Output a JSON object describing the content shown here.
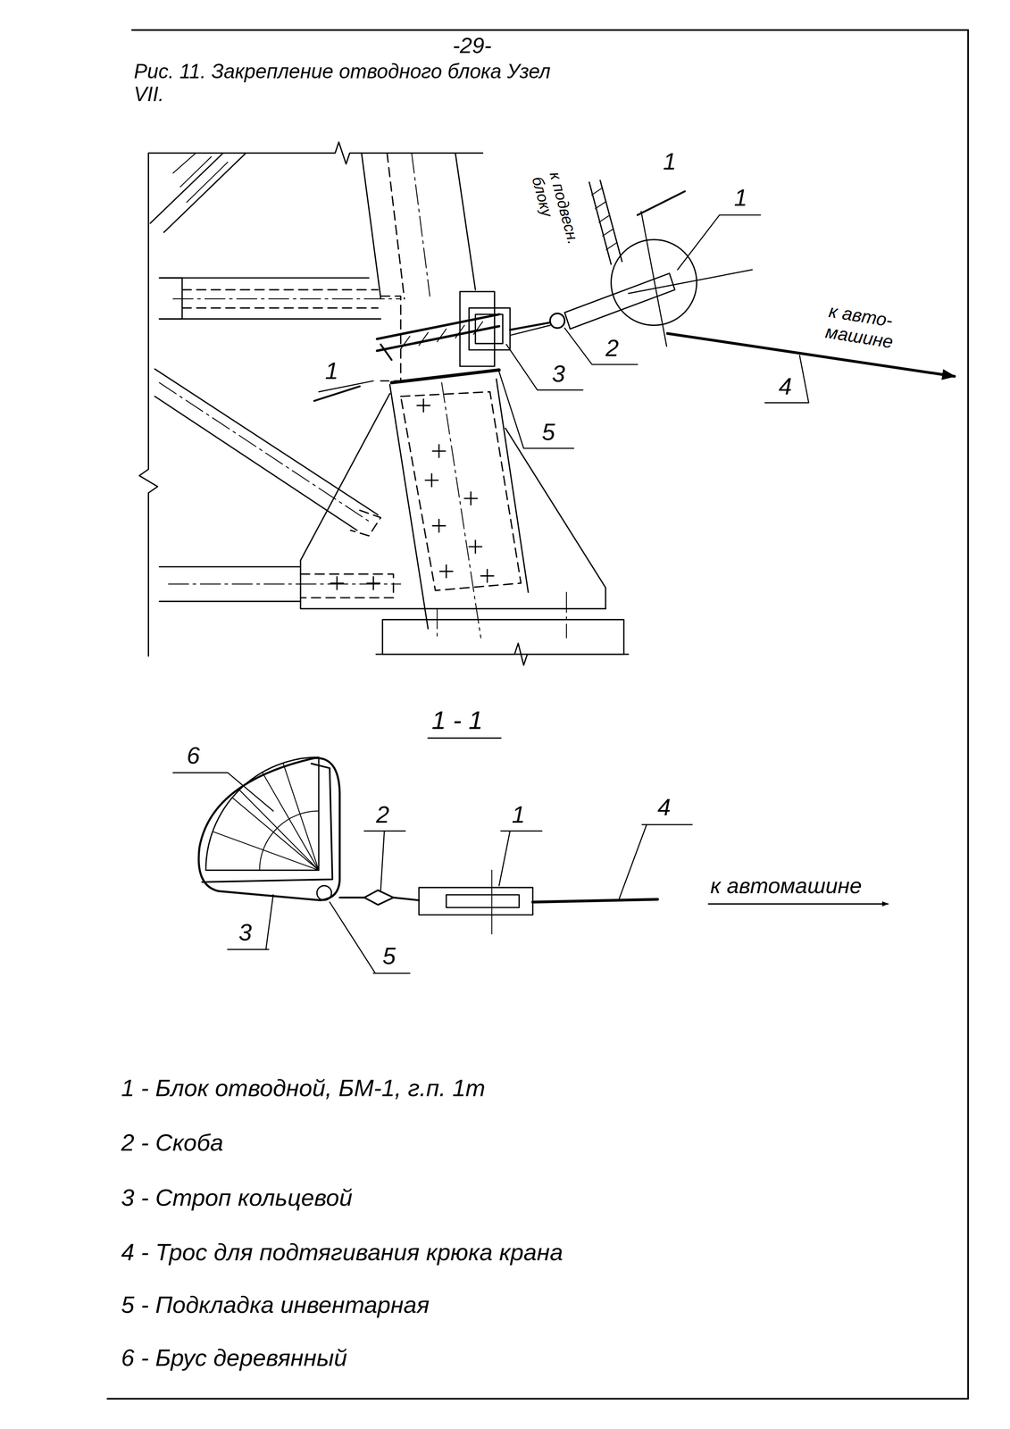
{
  "diagram": {
    "title": "Рис. 11. Закрепление отводного блока Узел VII.",
    "labels": [
      "-29-",
      "1",
      "1",
      "к подвесн. блоку",
      "1",
      "2",
      "к авто- машине",
      "3",
      "4",
      "5",
      "1 - 1",
      "6",
      "2",
      "1",
      "4",
      "к автомашине",
      "3",
      "5",
      "1 - Блок отводной, БМ-1, г.п. 1т",
      "2 - Скоба",
      "3 - Строп кольцевой",
      "4 - Трос для подтягивания крюка крана",
      "5 - Подкладка инвентарная",
      "6 - Брус деревянный"
    ]
  }
}
